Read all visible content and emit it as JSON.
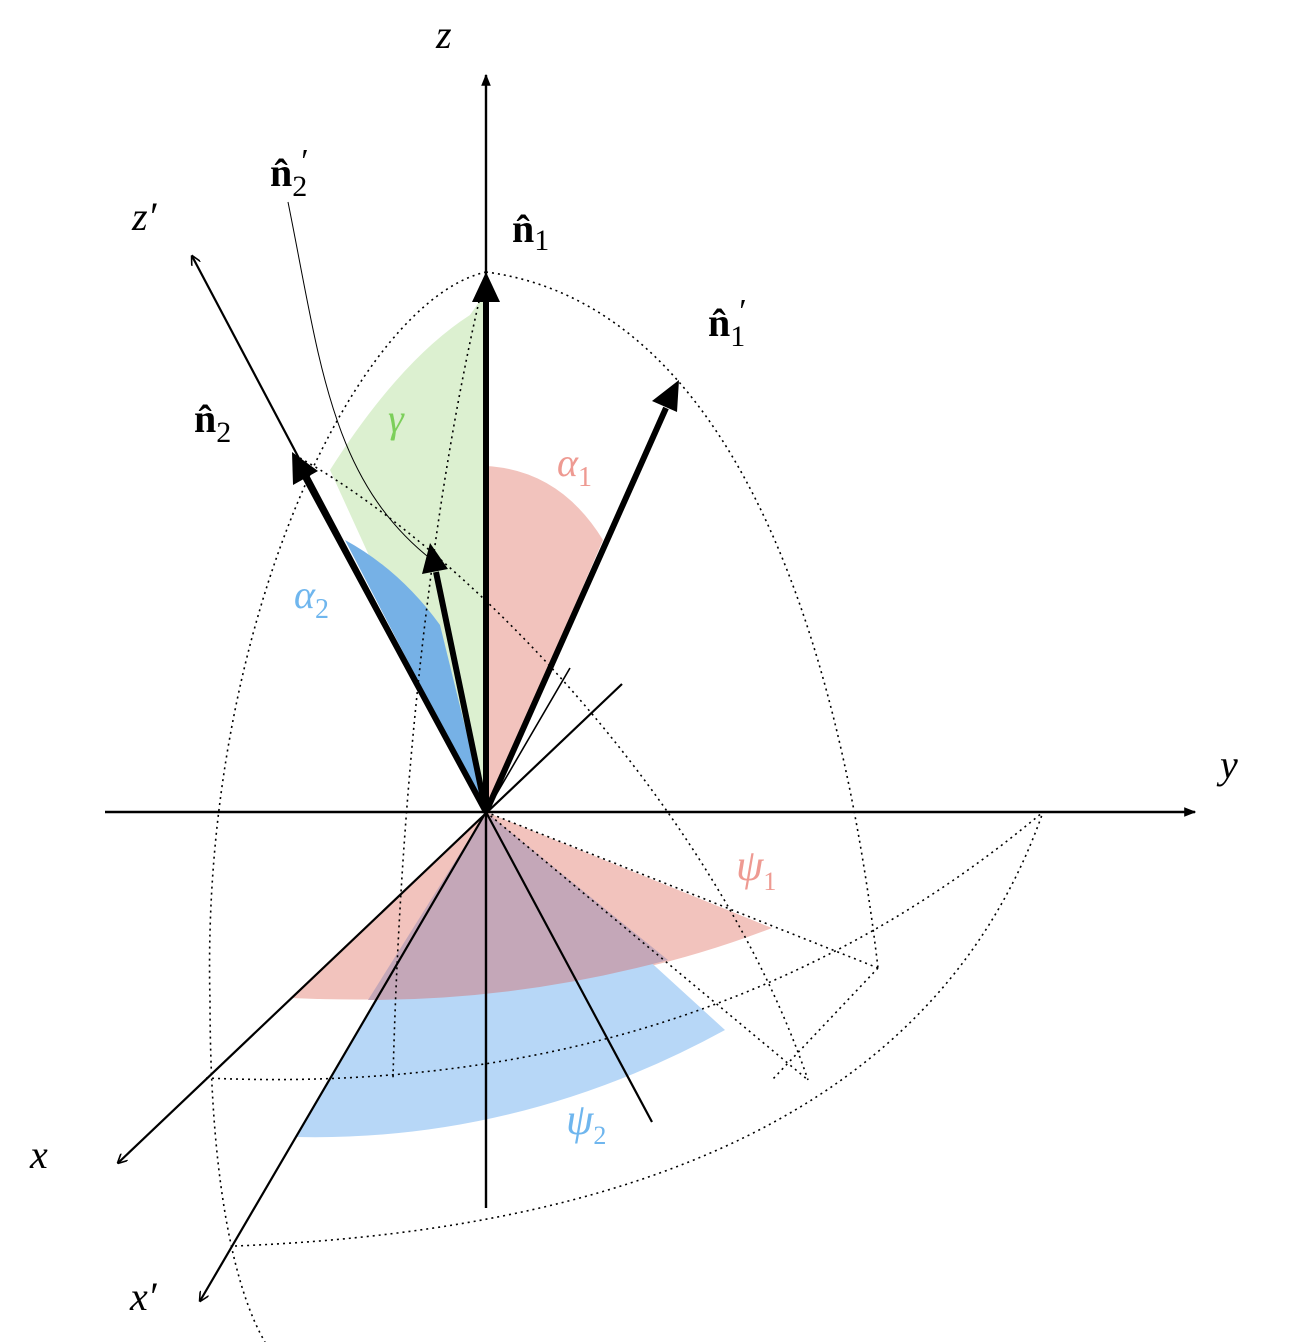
{
  "labels": {
    "z": "z",
    "y": "y",
    "x": "x",
    "z_prime": "z′",
    "x_prime": "x′",
    "n1": "n̂",
    "n1_sub": "1",
    "n1p": "n̂",
    "n1p_sub": "1",
    "n1p_prime": "′",
    "n2": "n̂",
    "n2_sub": "2",
    "n2p": "n̂",
    "n2p_sub": "2",
    "n2p_prime": "′",
    "alpha1": "α",
    "alpha1_sub": "1",
    "alpha2": "α",
    "alpha2_sub": "2",
    "gamma": "γ",
    "psi1": "ψ",
    "psi1_sub": "1",
    "psi2": "ψ",
    "psi2_sub": "2"
  },
  "colors": {
    "red_label": "#ee9a92",
    "red_fill": "#f2c3bd",
    "blue_label": "#6fb6ee",
    "blue_fill": "#b7d7f7",
    "blue_dark_fill": "#76b1e6",
    "green_label": "#7ccf5a",
    "green_fill": "#dcf0d0",
    "overlap_fill": "#c4a7b8",
    "ink": "#000000"
  }
}
